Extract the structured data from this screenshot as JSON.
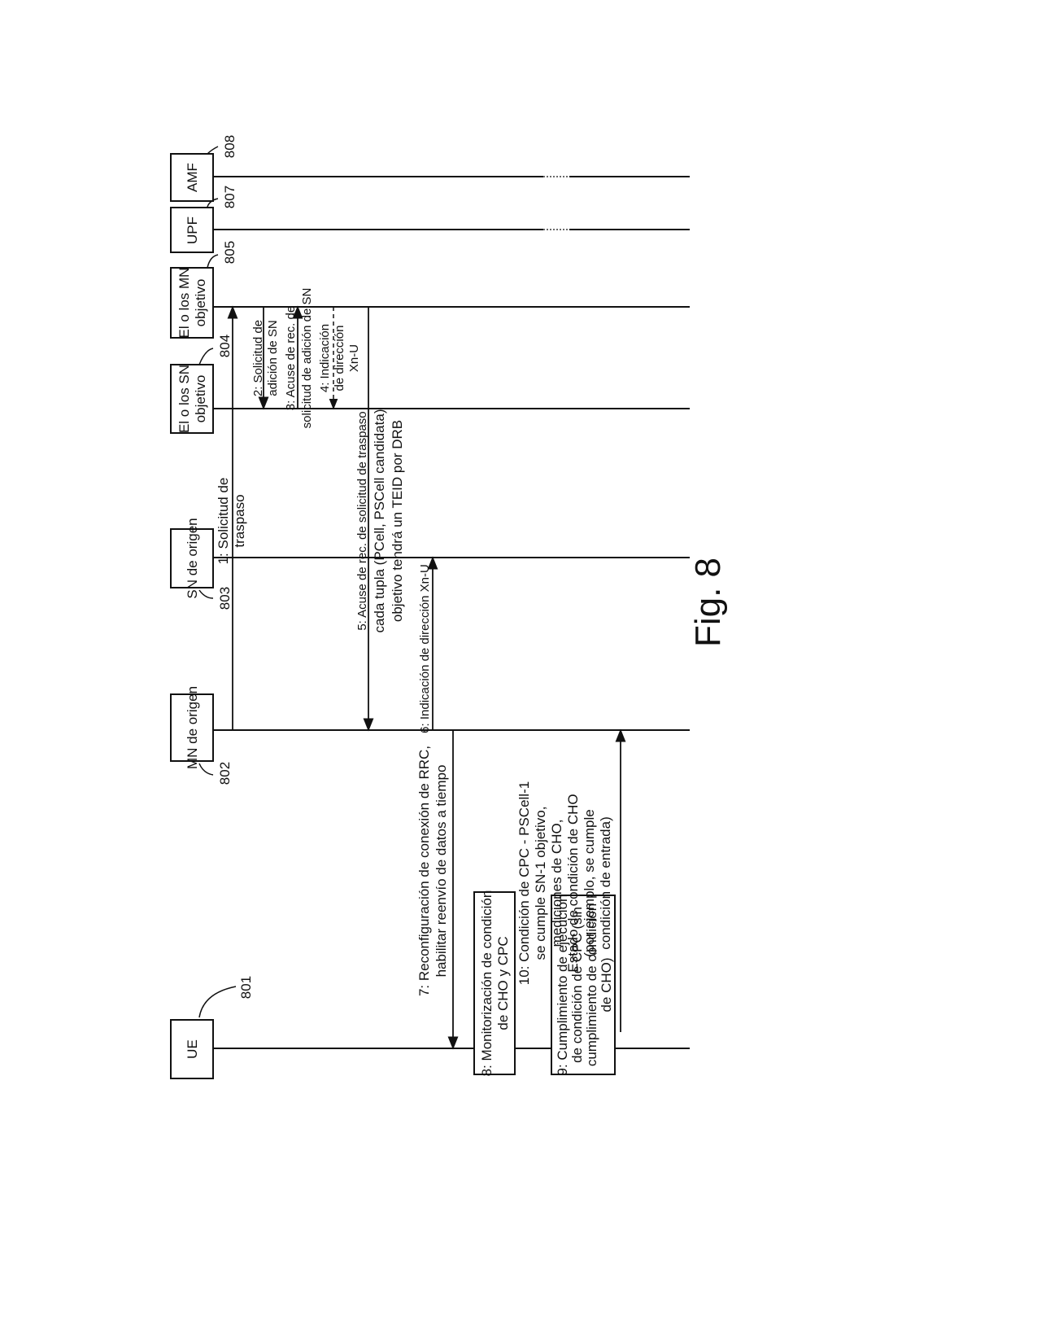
{
  "figure_label": "Fig. 8",
  "entities": {
    "ue": {
      "label": "UE",
      "ref": "801"
    },
    "mn_origin": {
      "label": "MN de origen",
      "ref": "802"
    },
    "sn_origin": {
      "label": "SN de origen",
      "ref": "803"
    },
    "sn_target": {
      "label_1": "El o los SN",
      "label_2": "objetivo",
      "ref": "804"
    },
    "mn_target": {
      "label_1": "El o los MN",
      "label_2": "objetivo",
      "ref": "805"
    },
    "upf": {
      "label": "UPF",
      "ref": "807"
    },
    "amf": {
      "label": "AMF",
      "ref": "808"
    }
  },
  "messages": {
    "m1": [
      "1: Solicitud de",
      "traspaso"
    ],
    "m2": [
      "2: Solicitud de",
      "adición de SN"
    ],
    "m3": [
      "3: Acuse de rec. de",
      "solicitud de adición de SN"
    ],
    "m4": [
      "4: Indicación",
      "de dirección",
      "Xn-U"
    ],
    "m5": [
      "5: Acuse de rec. de solicitud de traspaso",
      "cada tupla (PCell, PSCell candidata)",
      "objetivo tendrá un TEID por DRB"
    ],
    "m6": [
      "6: Indicación de dirección Xn-U"
    ],
    "m7": [
      "7: Reconfiguración de conexión de RRC,",
      "habilitar reenvío de datos a tiempo"
    ],
    "m10": [
      "10: Condición de CPC - PSCell-1",
      "se cumple SN-1 objetivo,",
      "mediciones de CHO,",
      "Estado de condición de CHO",
      "(por ejemplo, se cumple",
      "condición de entrada)"
    ]
  },
  "steps": {
    "s8": [
      "8: Monitorización de condición",
      "de CHO y CPC"
    ],
    "s9": [
      "9: Cumplimiento de ejecución",
      "de condición de CPC (sin",
      "cumplimiento de condición",
      "de CHO)"
    ]
  }
}
